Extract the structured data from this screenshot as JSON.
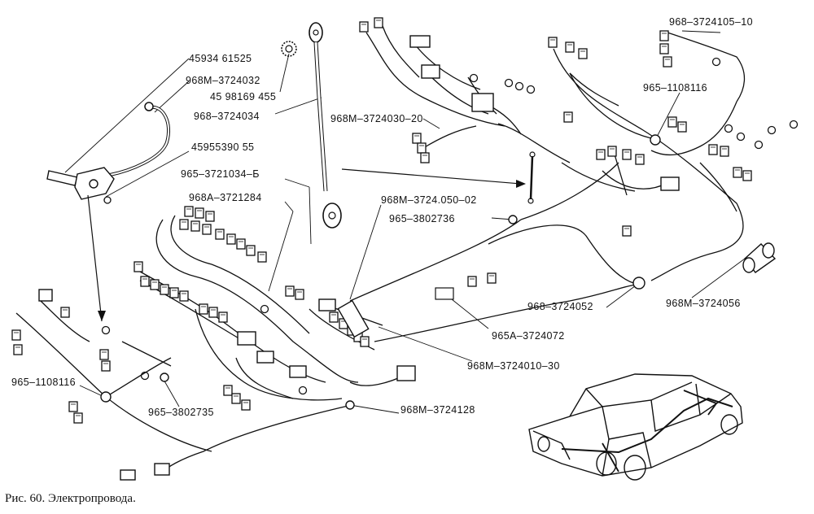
{
  "caption": "Рис. 60. Электропровода.",
  "labels": {
    "l01": "45934 61525",
    "l02": "968М–3724032",
    "l03": "45 98169 455",
    "l04": "968–3724034",
    "l05": "45955390 55",
    "l06": "965–3721034–Б",
    "l07": "968А–3721284",
    "l08": "968М–3724030–20",
    "l09": "968–3724105–10",
    "l10": "965–1108116",
    "l11": "968М–3724.050–02",
    "l12": "965–3802736",
    "l13": "968–3724052",
    "l14": "968М–3724056",
    "l15": "965А–3724072",
    "l16": "968М–3724010–30",
    "l17": "965–1108116",
    "l18": "965–3802735",
    "l19": "968М–3724128"
  }
}
